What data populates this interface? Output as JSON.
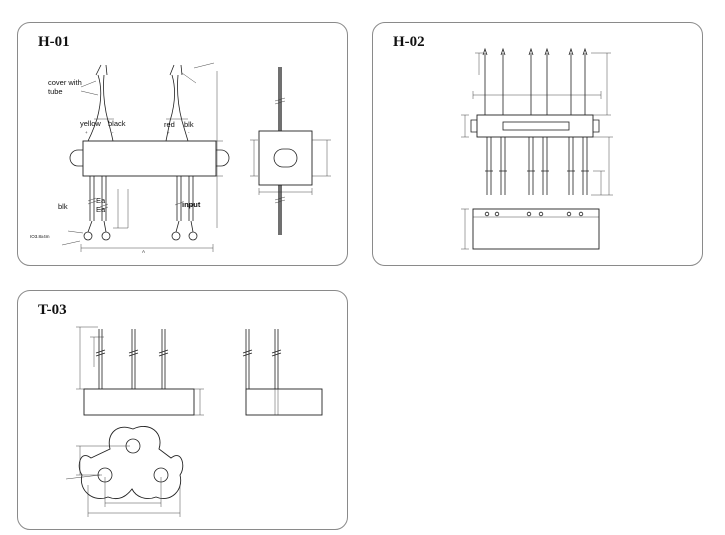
{
  "panels": {
    "h01": {
      "title": "H-01",
      "labels": {
        "cover_tube_line1": "cover with",
        "cover_tube_line2": "tube",
        "yellow": "yellow",
        "black": "black",
        "red": "red",
        "blk_top": "blk",
        "plus_left": "+",
        "minus_left": "-",
        "plus_right": "+",
        "minus_right": "-",
        "blk_side": "blk",
        "ea1": "Ea",
        "ea2": "Ea",
        "input": "input",
        "ring": "IO3.8x4m",
        "dim_a": "A"
      }
    },
    "h02": {
      "title": "H-02"
    },
    "t03": {
      "title": "T-03"
    }
  }
}
